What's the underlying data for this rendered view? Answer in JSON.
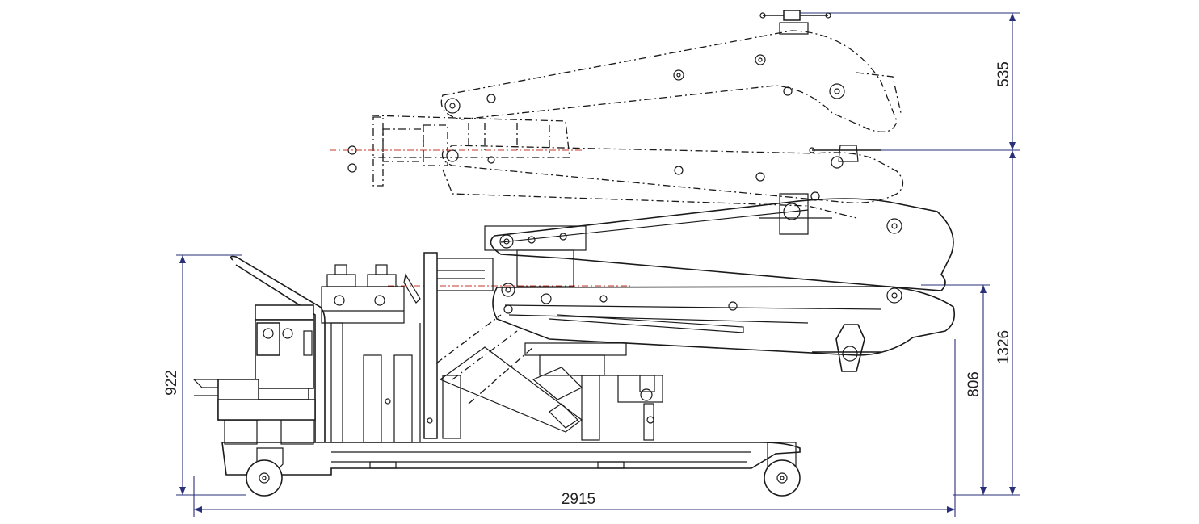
{
  "figure": {
    "subject": "mobile hydraulic boom lifting unit, side elevation",
    "colors": {
      "line": "#1a1a1a",
      "dimension": "#2a2f7a",
      "centerline": "#c0392b"
    }
  },
  "dimensions": {
    "top_section_height": "535",
    "max_height": "1326",
    "mid_height": "806",
    "cart_height": "922",
    "overall_length": "2915"
  }
}
